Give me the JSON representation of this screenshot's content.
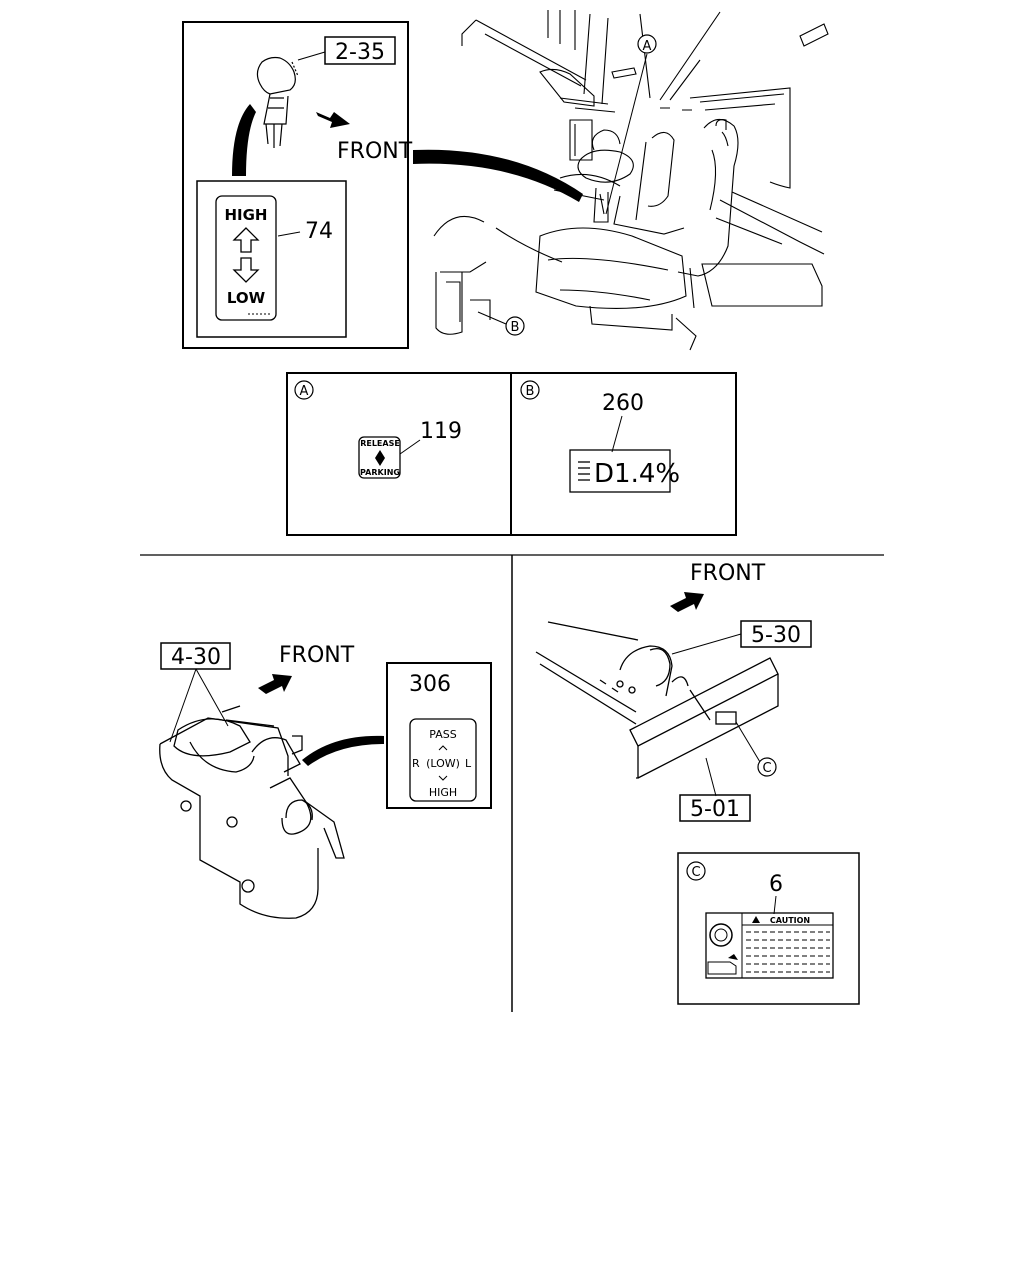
{
  "labels": {
    "part_2_35": "2-35",
    "part_74": "74",
    "part_119": "119",
    "part_260": "260",
    "part_306": "306",
    "part_4_30": "4-30",
    "part_5_30": "5-30",
    "part_5_01": "5-01",
    "part_6": "6",
    "front": "FRONT"
  },
  "callouts": {
    "a": "A",
    "b": "B",
    "c": "C"
  },
  "decal_74": {
    "high": "HIGH",
    "low": "LOW"
  },
  "decal_119": {
    "release": "RELEASE",
    "parking": "PARKING"
  },
  "decal_260": {
    "value": "D1.4%"
  },
  "decal_306": {
    "pass": "PASS",
    "left": "R",
    "center": "(LOW)",
    "right": "L",
    "high": "HIGH"
  },
  "decal_6": {
    "title": "CAUTION"
  }
}
